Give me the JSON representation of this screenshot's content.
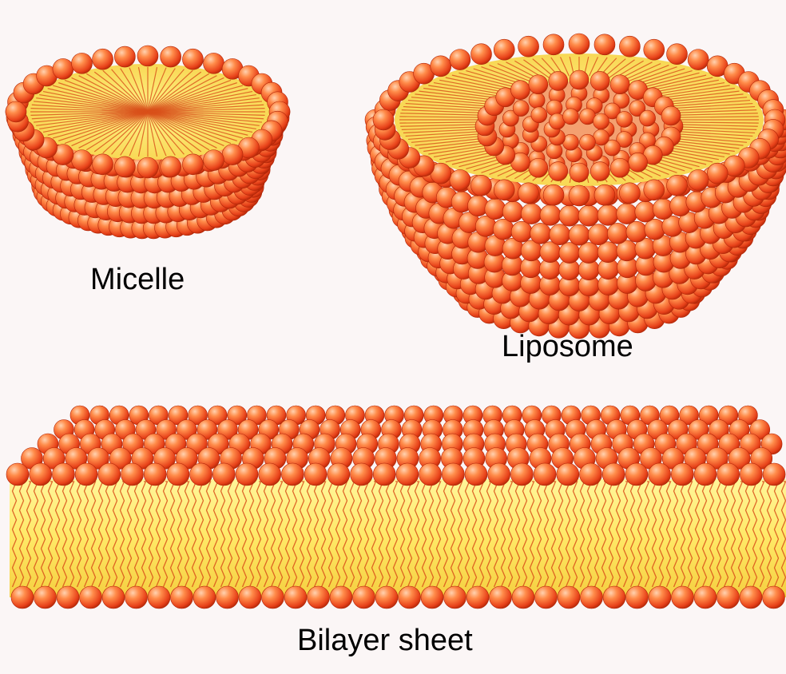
{
  "labels": {
    "micelle": "Micelle",
    "liposome": "Liposome",
    "bilayer": "Bilayer sheet"
  },
  "colors": {
    "head_light": "#ffc59a",
    "head_mid": "#ff7a3a",
    "head_dark": "#d83010",
    "head_edge": "#b02508",
    "tail_fill": "#fff27a",
    "tail_fill_dark": "#f6d64a",
    "tail_line": "#d9501a",
    "background": "#fbf6f6"
  },
  "icons": {
    "micelle": "micelle-illustration",
    "liposome": "liposome-illustration",
    "bilayer": "bilayer-sheet-illustration"
  }
}
